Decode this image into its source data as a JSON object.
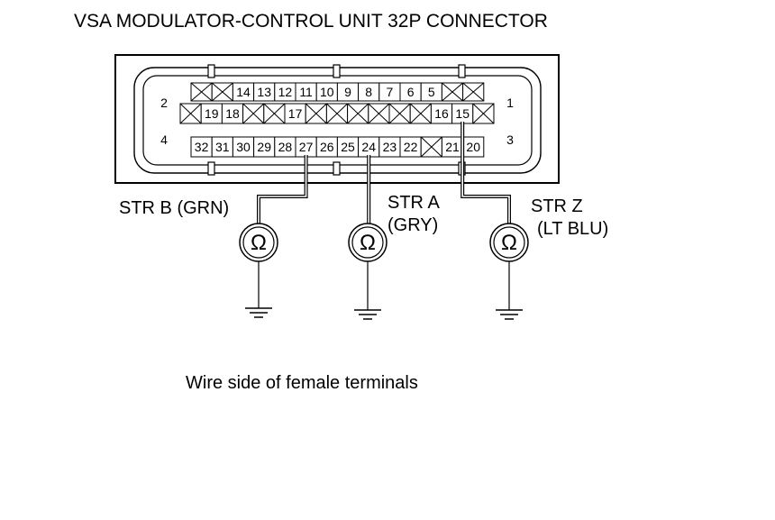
{
  "title": "VSA MODULATOR-CONTROL UNIT 32P CONNECTOR",
  "caption": "Wire side of female terminals",
  "connector": {
    "side_labels": {
      "top_left": "2",
      "bottom_left": "4",
      "top_right": "1",
      "bottom_right": "3"
    },
    "row1": [
      "X",
      "X",
      "14",
      "13",
      "12",
      "11",
      "10",
      "9",
      "8",
      "7",
      "6",
      "5",
      "X",
      "X"
    ],
    "row2": [
      "X",
      "19",
      "18",
      "X",
      "X",
      "17",
      "X",
      "X",
      "X",
      "X",
      "X",
      "X",
      "16",
      "15",
      "X"
    ],
    "row3": [
      "32",
      "31",
      "30",
      "29",
      "28",
      "27",
      "26",
      "25",
      "24",
      "23",
      "22",
      "X",
      "21",
      "20"
    ]
  },
  "probes": [
    {
      "label_line1": "STR B (GRN)",
      "label_line2": "",
      "terminal": "27"
    },
    {
      "label_line1": "STR A",
      "label_line2": "(GRY)",
      "terminal": "24"
    },
    {
      "label_line1": "STR Z",
      "label_line2": "(LT BLU)",
      "terminal": "15"
    }
  ],
  "meter_symbol": "Ω",
  "icons": {
    "meter": "ohmmeter-icon",
    "ground": "ground-icon",
    "empty_cavity": "empty-cavity-x"
  }
}
